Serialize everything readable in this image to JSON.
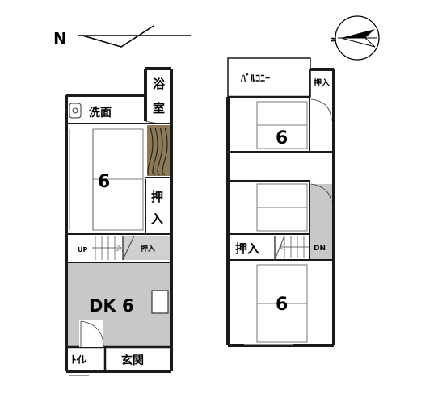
{
  "header": {
    "north_label": "N"
  },
  "compass": {
    "icon": "north-arrow-icon",
    "mark": "N"
  },
  "floor1": {
    "rooms": {
      "washroom": "洗面",
      "bath_line1": "浴",
      "bath_line2": "室",
      "tatami_main": "6",
      "closet_line1": "押",
      "closet_line2": "入",
      "stair_up": "UP",
      "stair_closet": "押入",
      "dk": "DK 6",
      "toilet": "ﾄｲﾚ",
      "entrance": "玄関"
    }
  },
  "floor2": {
    "rooms": {
      "balcony": "ﾊﾞﾙｺﾆｰ",
      "closet_top": "押入",
      "tatami_top": "6",
      "closet_mid": "押入",
      "stair_down": "DN",
      "tatami_bottom": "6"
    }
  },
  "colors": {
    "wall": "#1a1a1a",
    "floor_gray": "#c8c8c8",
    "line": "#333333"
  }
}
